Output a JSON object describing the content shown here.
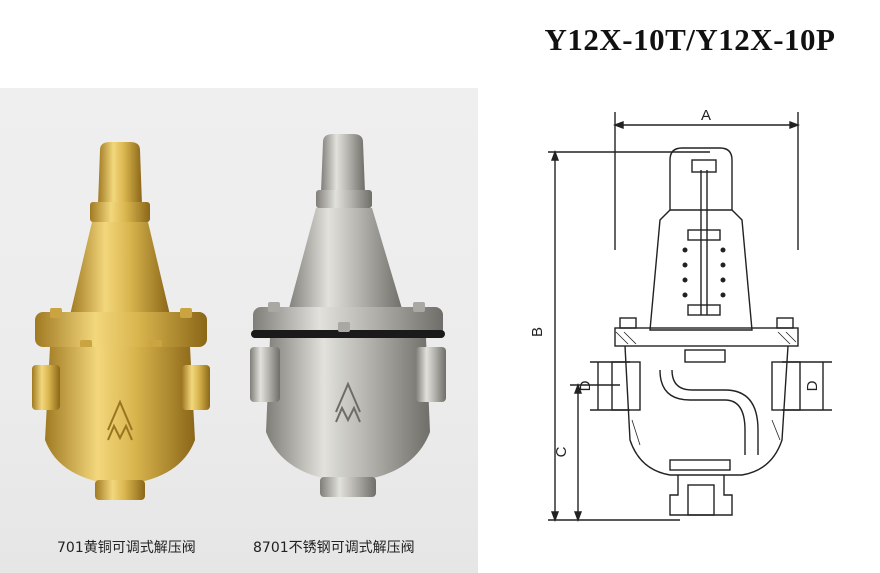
{
  "title": "Y12X-10T/Y12X-10P",
  "captions": {
    "brass": "701黄铜可调式解压阀",
    "steel": "8701不锈钢可调式解压阀"
  },
  "dimensions": {
    "a": "A",
    "b": "B",
    "c": "C",
    "d_left": "D",
    "d_right": "D"
  },
  "colors": {
    "brass": "#d9b54e",
    "steel": "#b8b7b1",
    "background_panel": "#ececec",
    "line": "#222222"
  }
}
